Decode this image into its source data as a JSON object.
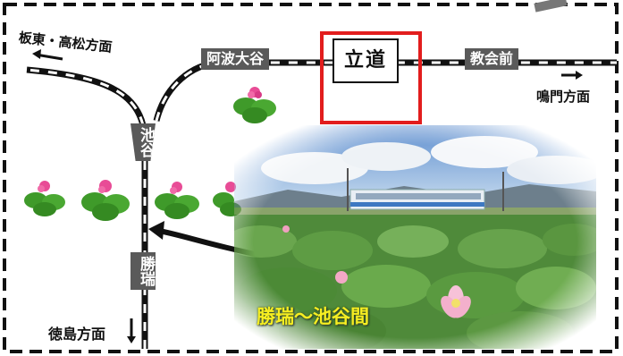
{
  "direction_labels": {
    "itano": "板東・高松方面",
    "naruto": "鳴門方面",
    "tokushima": "徳島方面"
  },
  "stations": {
    "awa_otani": "阿波大谷",
    "tachimichi": "立道",
    "kyokaimae": "教会前",
    "ikenotani": "池谷",
    "shozui": "勝瑞"
  },
  "photo_caption": "勝瑞～池谷間",
  "colors": {
    "highlight": "#e21d1d",
    "station_box": "#5a5a5a",
    "caption": "#f6ee22"
  }
}
